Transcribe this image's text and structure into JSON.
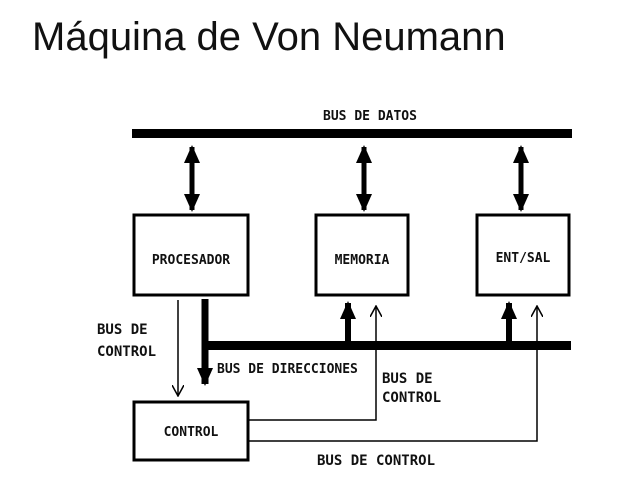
{
  "title": "Máquina de Von Neumann",
  "labels": {
    "bus_datos": "BUS DE DATOS",
    "procesador": "PROCESADOR",
    "memoria": "MEMORIA",
    "ent_sal": "ENT/SAL",
    "bus_control_left_1": "BUS DE",
    "bus_control_left_2": "CONTROL",
    "bus_direcciones": "BUS DE DIRECCIONES",
    "bus_control_mid_1": "BUS DE",
    "bus_control_mid_2": "CONTROL",
    "control": "CONTROL",
    "bus_control_bottom": "BUS DE CONTROL"
  },
  "colors": {
    "ink": "#000000",
    "background": "#ffffff"
  }
}
